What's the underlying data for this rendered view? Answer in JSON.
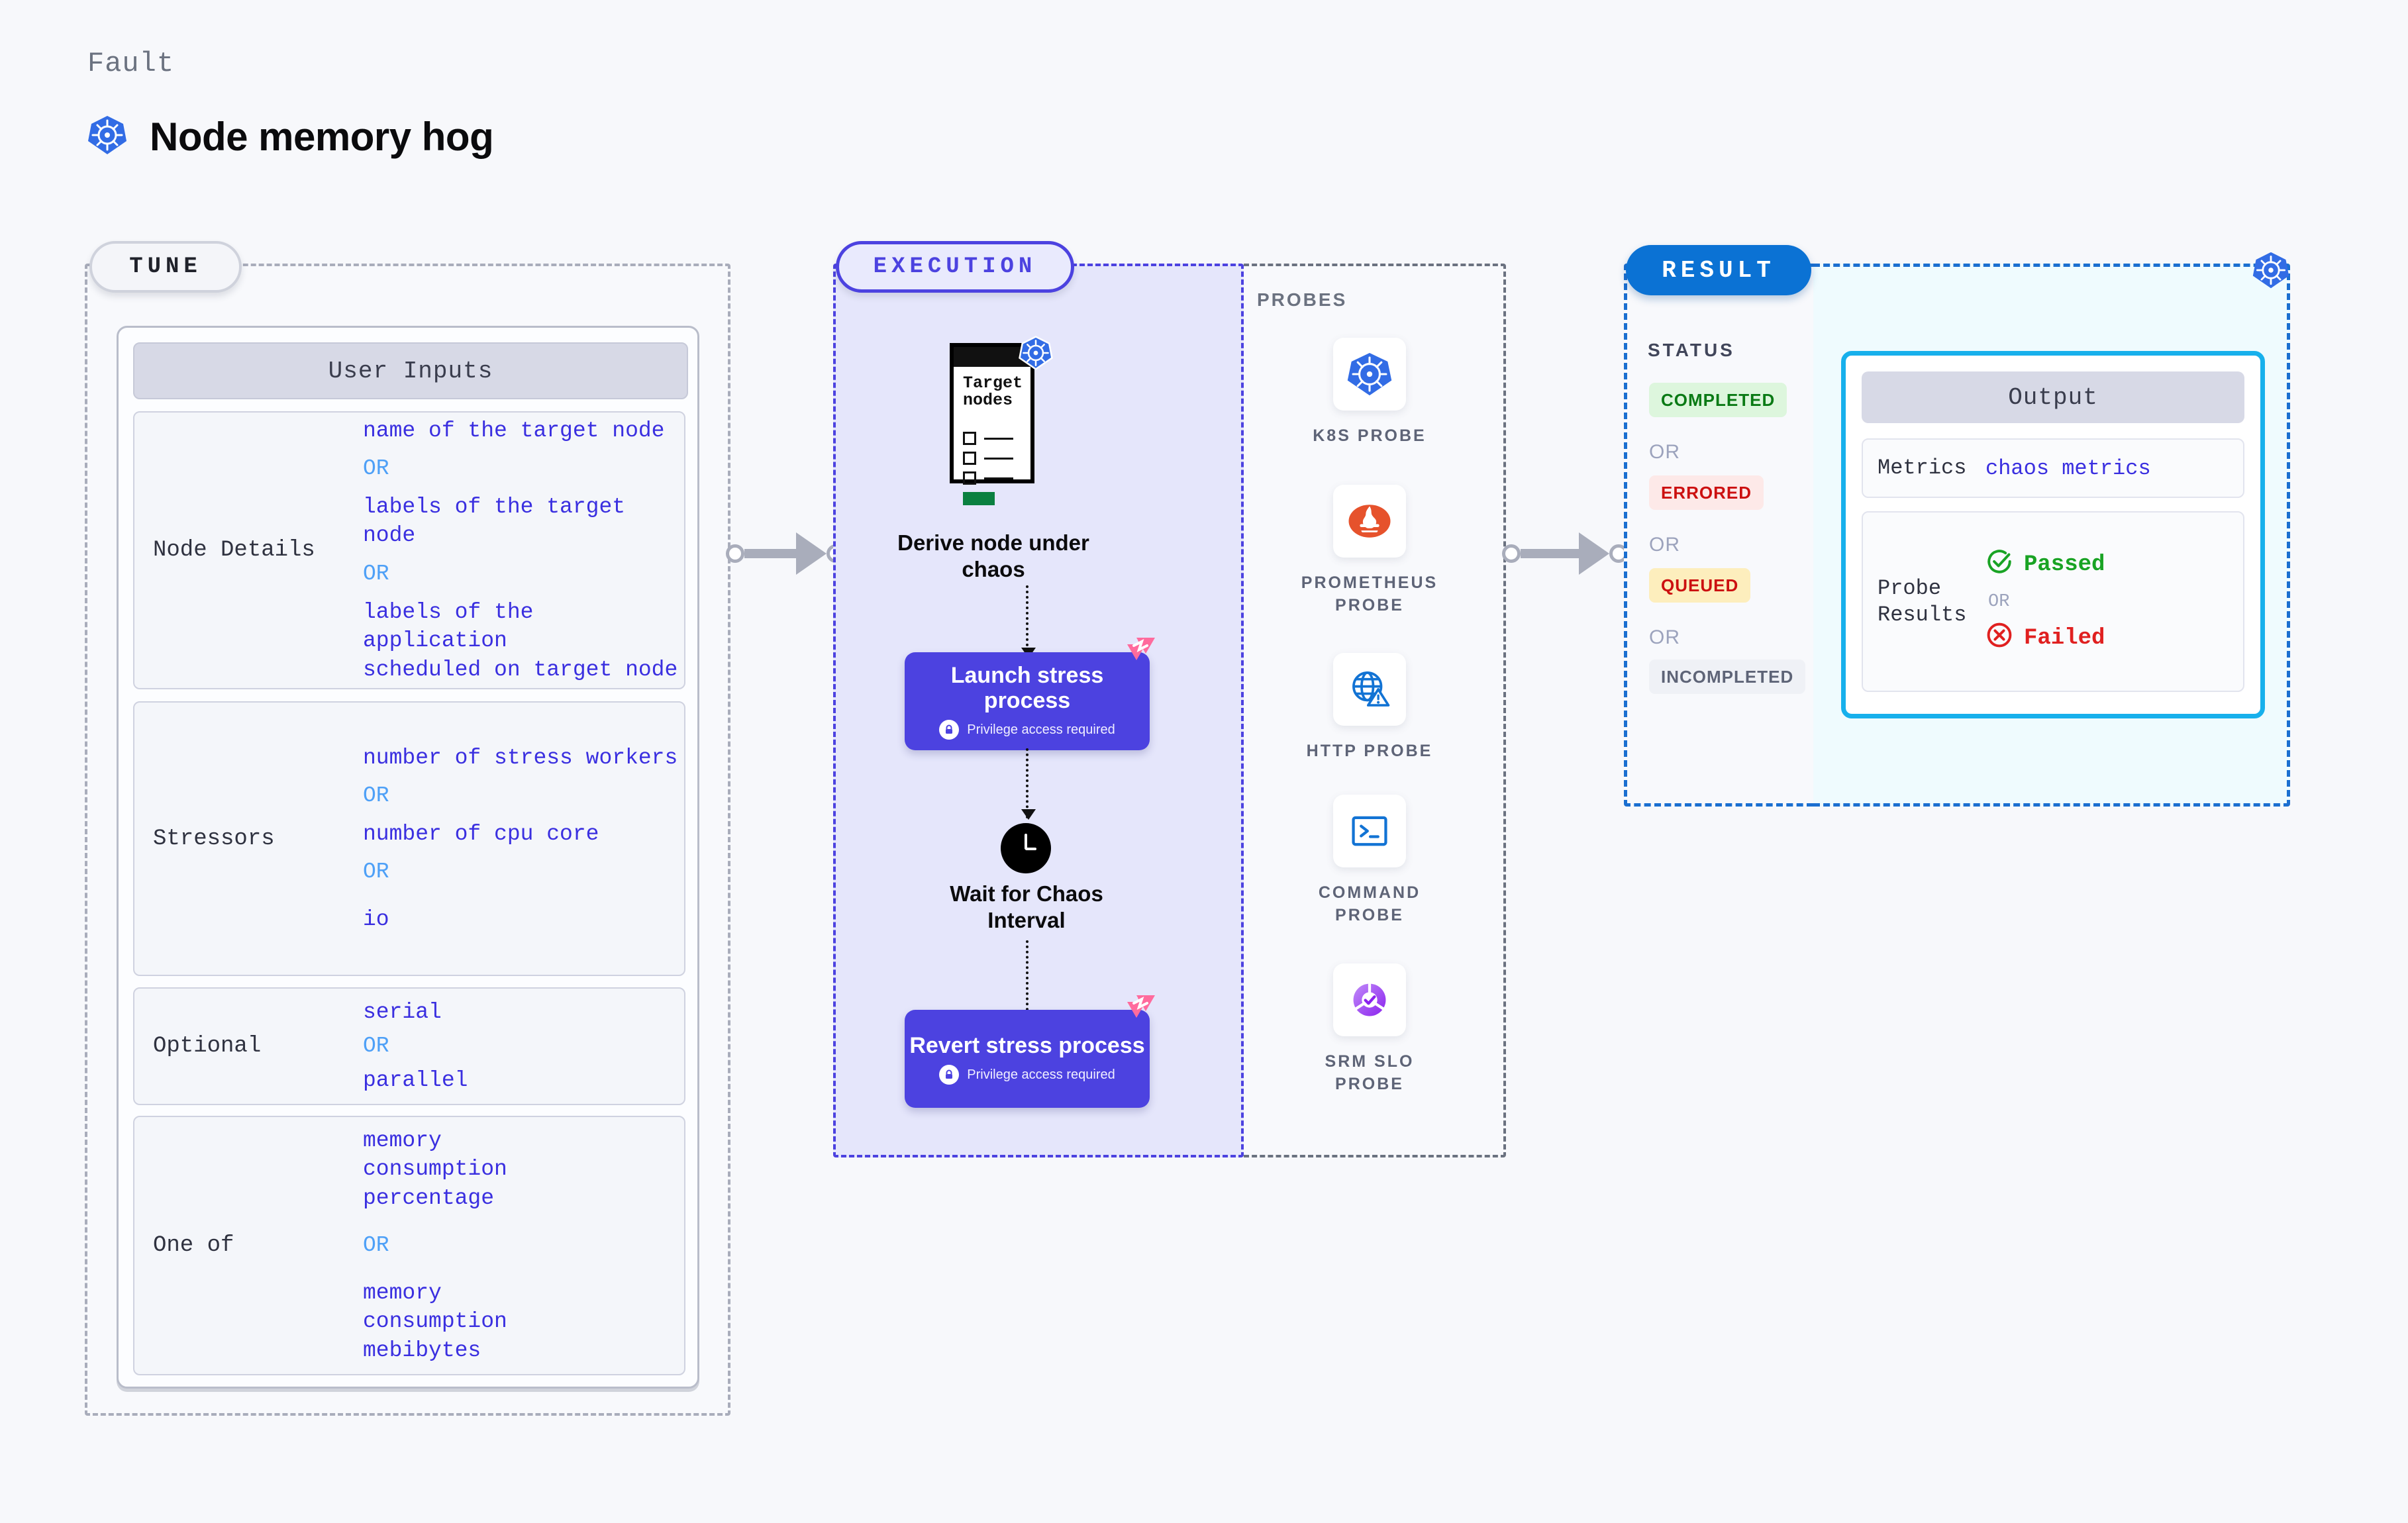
{
  "header": {
    "fault_label": "Fault",
    "fault_title": "Node memory hog",
    "icon": "kubernetes-icon"
  },
  "tune": {
    "pill_label": "TUNE",
    "card_title": "User Inputs",
    "rows": [
      {
        "key": "Node Details",
        "values": [
          "name of the target node",
          "OR",
          "labels of the target node",
          "OR",
          "labels of the application\n scheduled on target node"
        ]
      },
      {
        "key": "Stressors",
        "values": [
          "number of stress workers",
          "OR",
          "number of cpu core",
          "OR",
          "io"
        ]
      },
      {
        "key": "Optional",
        "values": [
          "serial",
          "OR",
          "parallel"
        ]
      },
      {
        "key": "One of",
        "values": [
          "memory consumption percentage",
          "OR",
          "memory consumption mebibytes"
        ]
      }
    ]
  },
  "execution": {
    "pill_label": "EXECUTION",
    "target_card": {
      "title": "Target\nnodes",
      "icon": "kubernetes-icon"
    },
    "steps": [
      {
        "label": "Derive node under chaos",
        "type": "derive"
      },
      {
        "label": "Launch stress process",
        "sub": "Privilege access required",
        "badge": "harness-icon",
        "lock": "lock-icon"
      },
      {
        "label": "Wait for Chaos Interval",
        "icon": "clock-icon"
      },
      {
        "label": "Revert stress process",
        "sub": "Privilege access required",
        "badge": "harness-icon",
        "lock": "lock-icon"
      }
    ]
  },
  "probes": {
    "title": "PROBES",
    "items": [
      {
        "label": "K8S PROBE",
        "icon": "kubernetes-icon"
      },
      {
        "label": "PROMETHEUS PROBE",
        "icon": "prometheus-icon"
      },
      {
        "label": "HTTP PROBE",
        "icon": "http-globe-icon"
      },
      {
        "label": "COMMAND PROBE",
        "icon": "terminal-icon"
      },
      {
        "label": "SRM SLO PROBE",
        "icon": "srm-slo-icon"
      }
    ]
  },
  "result": {
    "pill_label": "RESULT",
    "status_title": "STATUS",
    "statuses": [
      {
        "label": "COMPLETED",
        "bg": "#ddf6dd",
        "color": "#0a7a15"
      },
      {
        "label": "ERRORED",
        "bg": "#fde9e8",
        "color": "#cc1010"
      },
      {
        "label": "QUEUED",
        "bg": "#fdeebd",
        "color": "#cc1010"
      },
      {
        "label": "INCOMPLETED",
        "bg": "#eff1f6",
        "color": "#5e6477"
      }
    ],
    "or_label": "OR",
    "corner_icon": "kubernetes-icon"
  },
  "output": {
    "card_title": "Output",
    "metrics_key": "Metrics",
    "metrics_value": "chaos metrics",
    "probe_results_key": "Probe Results",
    "passed_label": "Passed",
    "failed_label": "Failed",
    "or_label": "OR",
    "passed_icon": "check-circle-icon",
    "failed_icon": "x-circle-icon"
  },
  "colors": {
    "execution_accent": "#4c42e0",
    "result_accent": "#0b72d4",
    "output_border": "#17b0ec",
    "value_text": "#3a2fe0",
    "or_text": "#4ea0f7",
    "harness_pink": "#ff6b9d"
  }
}
